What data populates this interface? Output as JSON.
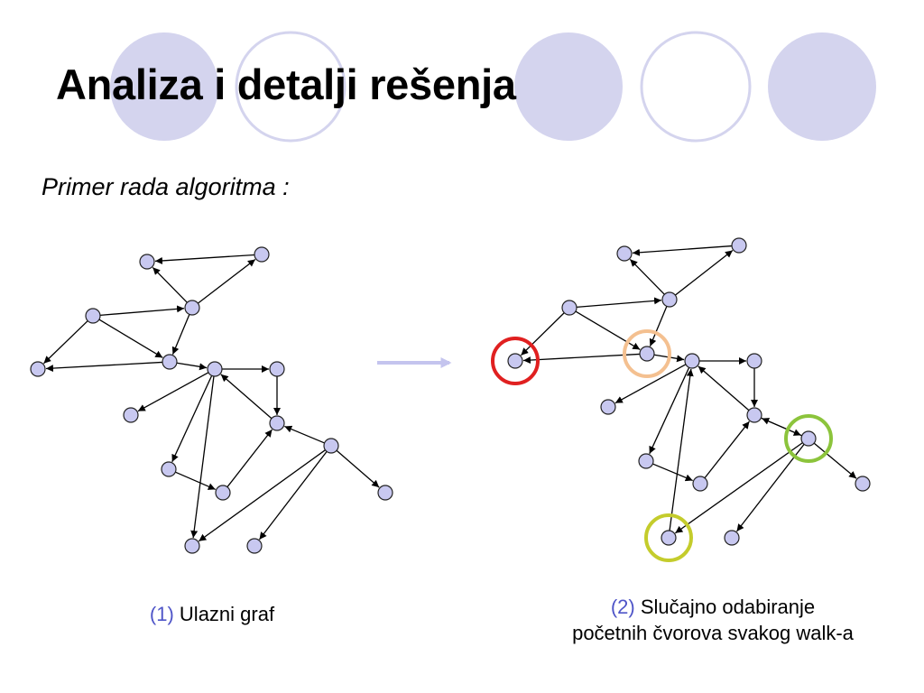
{
  "title": "Analiza i detalji rešenja",
  "subtitle": "Primer rada algoritma :",
  "caption_left": {
    "number": "(1)",
    "text": "Ulazni graf"
  },
  "caption_right": {
    "number": "(2)",
    "line1": "Slučajno odabiranje",
    "line2": "početnih čvorova svakog walk-a"
  },
  "colors": {
    "decor_fill": "#d4d4ee",
    "decor_stroke": "#d4d4ee",
    "node_fill": "#c8c8f0",
    "node_stroke": "#222222",
    "edge": "#000000",
    "arrow": "#c4c4ee",
    "caption_number": "#4f55c8",
    "highlights": [
      "#e02020",
      "#f4c090",
      "#8cc43c",
      "#c4cc2c"
    ]
  }
}
